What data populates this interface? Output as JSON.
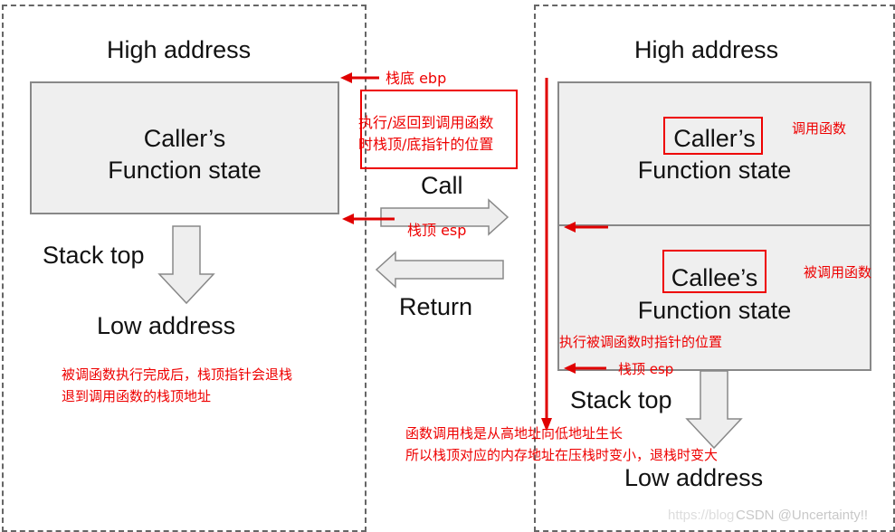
{
  "left": {
    "high_address": "High address",
    "caller_line1": "Caller’s",
    "caller_line2": "Function state",
    "stack_top": "Stack top",
    "low_address": "Low address"
  },
  "middle": {
    "call": "Call",
    "return": "Return"
  },
  "right": {
    "high_address": "High address",
    "caller_line1": "Caller’s",
    "caller_line2": "Function state",
    "callee_line1": "Callee’s",
    "callee_line2": "Function state",
    "stack_top": "Stack top",
    "low_address": "Low address"
  },
  "annotations": {
    "ebp": "栈底  ebp",
    "saved_pointers_line1": "执行/返回到调用函数",
    "saved_pointers_line2": "时栈顶/底指针的位置",
    "esp_left": "栈顶 esp",
    "restore_line1": "被调函数执行完成后，栈顶指针会退栈",
    "restore_line2": "退到调用函数的栈顶地址",
    "caller_cn": "调用函数",
    "callee_cn": "被调用函数",
    "callee_pointer_pos": "执行被调函数时指针的位置",
    "esp_right": "栈顶 esp",
    "growth_line1": "函数调用栈是从高地址向低地址生长",
    "growth_line2": "所以栈顶对应的内存地址在压栈时变小，退栈时变大"
  },
  "watermark": {
    "faint": "https://blog",
    "text": "CSDN @Uncertainty!!"
  },
  "colors": {
    "annotation": "#e00000",
    "box_fill": "#efefef",
    "arrow_fill": "#eeeeee",
    "border": "#888888"
  }
}
